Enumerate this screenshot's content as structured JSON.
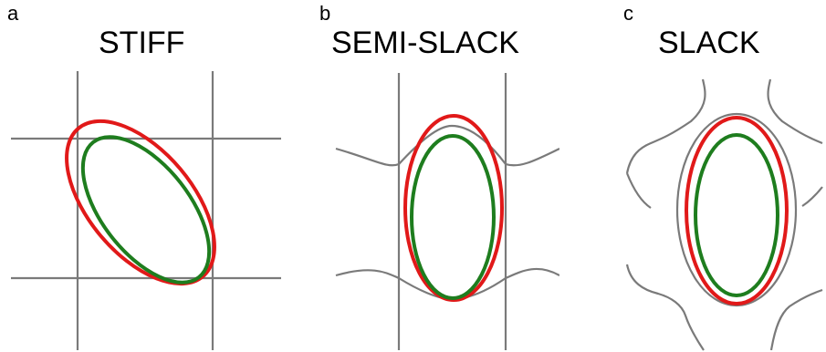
{
  "panels": [
    {
      "letter": "a",
      "title": "STIFF"
    },
    {
      "letter": "b",
      "title": "SEMI-SLACK"
    },
    {
      "letter": "c",
      "title": "SLACK"
    }
  ],
  "colors": {
    "grid": "#7a7a7a",
    "outer_outline": "#e11919",
    "inner_outline": "#1e7d1e"
  }
}
